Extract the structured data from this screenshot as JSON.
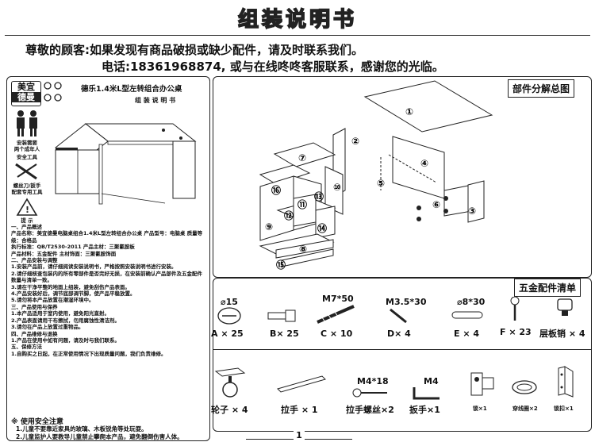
{
  "page_title": "组装说明书",
  "notice_line": "尊敬的顾客:如果发现有商品破损或缺少配件，请及时联系我们。",
  "contact_line": "电话:18361968874, 或与在线咚咚客服联系，感谢您的光临。",
  "cover": {
    "brand_line1": "美宜",
    "brand_line2": "德曼",
    "product_title": "德乐1.4米L型左转组合办公桌",
    "subtitle": "组 装 说 明 书",
    "icon_people_caption": "安装需要\n两个成年人",
    "icon_tools_caption": "安全工具",
    "icon_tools_caption2": "螺丝刀/扳手\n配套专用工具",
    "warning_caption": "提 示",
    "spec_lines": [
      "一、产品概述",
      "  产品名称：美宜德曼电脑桌组合1.4米L型左转组合办公桌     产品型号：电脑桌     质量等级：合格品",
      "  执行标准：QB/T2530-2011     产品主材：三聚氰胺板",
      "  产品材料：五金配件     主材饰面：三聚氰胺饰面",
      "二、产品安装与调整",
      "1.安装产品前，请仔细阅读安装说明书，严格按照安装说明书进行安装。",
      "2.请仔细核查包装内的所有零部件是否完好无损，在安装前确认产品部件及五金配件数量与清单一致。",
      "3.请在干净平整的地面上组装，避免刮伤产品表面。",
      "4.产品安装好后，调节底部调节脚，使产品平稳放置。",
      "5.请勿将本产品放置在潮湿环境中。",
      "三、产品使用与保养",
      "1.本产品适用于室内使用，避免阳光直射。",
      "2.产品表面请用干布擦拭，勿用腐蚀性清洁剂。",
      "3.请勿在产品上放置过重物品。",
      "四、产品维修与退换",
      "1.产品在使用中如有问题，请及时与我们联系。",
      "五、保修方法",
      "1.自购买之日起，在正常使用情况下出现质量问题，我们负责维修。"
    ],
    "safety_title": "※ 使用安全注意",
    "safety_lines": [
      "1.儿童不要靠近家具的玻璃、木板锐角等处玩耍。",
      "2.儿童监护人要教导儿童禁止攀爬本产品，避免翻倒伤害人体。"
    ]
  },
  "parts_header": "部件分解总图",
  "parts_numbers": [
    "①",
    "②",
    "③",
    "④",
    "⑤",
    "⑥",
    "⑦",
    "⑧",
    "⑨",
    "⑩",
    "⑪",
    "⑫",
    "⑬",
    "⑭",
    "⑮",
    "⑯"
  ],
  "hardware_header": "五金配件清单",
  "hardware_row1": [
    {
      "spec": "⌀15",
      "label": "A × 25"
    },
    {
      "spec": "",
      "label": "B× 25"
    },
    {
      "spec": "M7*50",
      "label": "C × 10"
    },
    {
      "spec": "M3.5*30",
      "label": "D× 4"
    },
    {
      "spec": "⌀8*30",
      "label": "E × 4"
    },
    {
      "spec": "",
      "label": "F × 23"
    },
    {
      "spec": "",
      "label": "层板销 × 4"
    }
  ],
  "hardware_row2": [
    {
      "spec": "",
      "label": "轮子 × 4"
    },
    {
      "spec": "",
      "label": "拉手 × 1"
    },
    {
      "spec": "M4*18",
      "label": "拉手螺丝×2"
    },
    {
      "spec": "M4",
      "label": "扳手×1"
    },
    {
      "spec": "",
      "label": "锁×1"
    },
    {
      "spec": "",
      "label": "穿线圈×2"
    },
    {
      "spec": "",
      "label": "锁扣×1"
    }
  ],
  "page_number": "1"
}
